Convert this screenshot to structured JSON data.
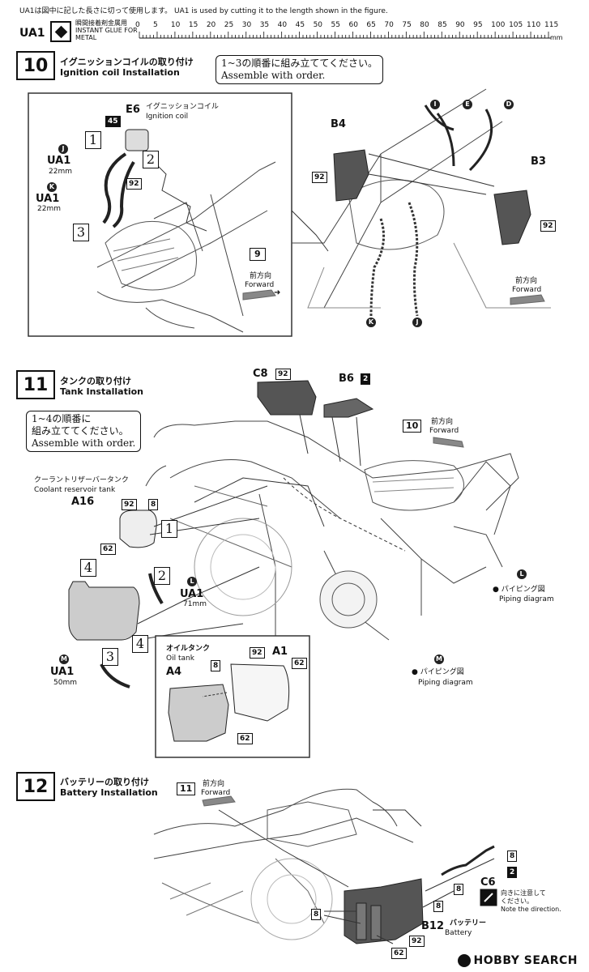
{
  "header": {
    "note": "UA1は図中に記した長さに切って使用します。 UA1 is used by cutting it to the length shown in the figure.",
    "ua1_label": "UA1",
    "glue_lines": [
      "瞬間接着剤金属用",
      "INSTANT GLUE FOR",
      "METAL"
    ],
    "ruler_numbers": [
      "0",
      "5",
      "10",
      "15",
      "20",
      "25",
      "30",
      "35",
      "40",
      "45",
      "50",
      "55",
      "60",
      "65",
      "70",
      "75",
      "80",
      "85",
      "90",
      "95",
      "100",
      "105",
      "110",
      "115"
    ],
    "ruler_unit": "mm"
  },
  "step10": {
    "number": "10",
    "title_jp": "イグニッションコイルの取り付け",
    "title_en": "Ignition coil Installation",
    "order_jp": "1~3の順番に組み立ててください。",
    "order_en": "Assemble with order.",
    "parts": {
      "e6": "E6",
      "e6_jp": "イグニッションコイル",
      "e6_en": "Ignition coil",
      "num45": "45",
      "num92a": "92",
      "seq1": "1",
      "seq2": "2",
      "seq3": "3",
      "ua1_j": "UA1",
      "circ_j": "J",
      "len_j": "22mm",
      "ua1_k": "UA1",
      "circ_k": "K",
      "len_k": "22mm",
      "ref9": "9",
      "forward_jp": "前方向",
      "forward_en": "Forward",
      "b4": "B4",
      "b3": "B3",
      "num92b": "92",
      "num92c": "92",
      "circ_i": "I",
      "circ_e": "E",
      "circ_d": "D",
      "circ_k2": "K",
      "circ_j2": "J",
      "forward_jp2": "前方向",
      "forward_en2": "Forward"
    }
  },
  "step11": {
    "number": "11",
    "title_jp": "タンクの取り付け",
    "title_en": "Tank Installation",
    "order_jp1": "1~4の順番に",
    "order_jp2": "組み立ててください。",
    "order_en": "Assemble with order.",
    "parts": {
      "c8": "C8",
      "num92c8": "92",
      "b6": "B6",
      "num2b6": "2",
      "ref10": "10",
      "forward_jp": "前方向",
      "forward_en": "Forward",
      "coolant_jp": "クーラントリザーバータンク",
      "coolant_en": "Coolant reservoir tank",
      "a16": "A16",
      "num92": "92",
      "num8": "8",
      "num62": "62",
      "seq1": "1",
      "seq2": "2",
      "seq3": "3",
      "seq4a": "4",
      "seq4b": "4",
      "ua1_l": "UA1",
      "circ_l": "L",
      "len_l": "71mm",
      "ua1_m": "UA1",
      "circ_m": "M",
      "len_m": "50mm",
      "circ_l2": "L",
      "piping_jp": "パイピング図",
      "piping_en": "Piping diagram",
      "circ_m2": "M",
      "piping_jp2": "パイピング図",
      "piping_en2": "Piping diagram",
      "oil_jp": "オイルタンク",
      "oil_en": "Oil tank",
      "a4": "A4",
      "a1": "A1",
      "o8": "8",
      "o92": "92",
      "o62a": "62",
      "o62b": "62"
    }
  },
  "step12": {
    "number": "12",
    "title_jp": "バッテリーの取り付け",
    "title_en": "Battery Installation",
    "parts": {
      "ref11": "11",
      "forward_jp": "前方向",
      "forward_en": "Forward",
      "n8a": "8",
      "n2": "2",
      "c6": "C6",
      "n8b": "8",
      "n8c": "8",
      "n8d": "8",
      "b12": "B12",
      "battery_jp": "バッテリー",
      "battery_en": "Battery",
      "n62": "62",
      "n92": "92",
      "caution_jp1": "向きに注意して",
      "caution_jp2": "ください。",
      "caution_en": "Note the direction."
    }
  },
  "footer": {
    "logo": "HOBBY SEARCH"
  }
}
